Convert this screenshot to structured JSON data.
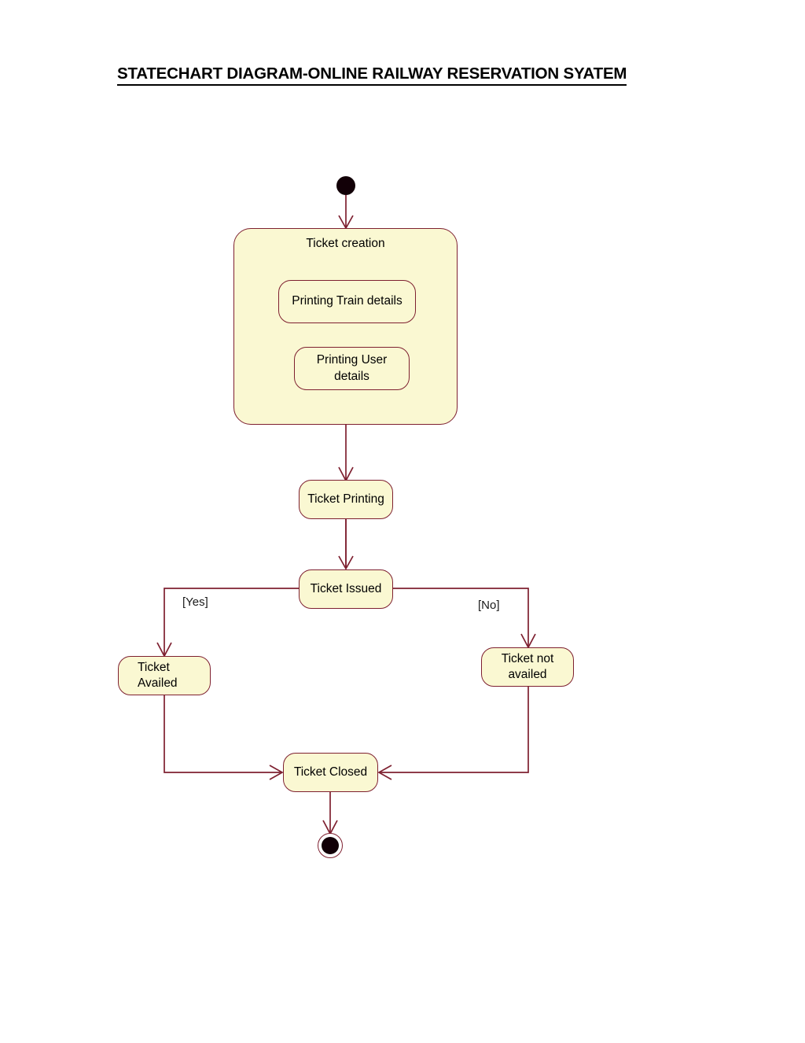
{
  "document": {
    "title": "STATECHART DIAGRAM-ONLINE RAILWAY RESERVATION SYATEM"
  },
  "diagram": {
    "type": "uml-statechart",
    "colors": {
      "state_fill": "#FAF8D2",
      "state_border": "#7E2030",
      "connector": "#7E2030",
      "node_fill": "#120007",
      "text": "#000000",
      "page_background": "#FFFFFF"
    },
    "nodes": {
      "initial": {
        "name": "initial-state",
        "label": ""
      },
      "composite": {
        "name": "ticket-creation",
        "label": "Ticket creation",
        "children": [
          {
            "name": "printing-train-details",
            "label": "Printing Train details"
          },
          {
            "name": "printing-user-details",
            "label": "Printing User details"
          }
        ]
      },
      "ticket_printing": {
        "name": "ticket-printing",
        "label": "Ticket Printing"
      },
      "ticket_issued": {
        "name": "ticket-issued",
        "label": "Ticket Issued"
      },
      "ticket_availed": {
        "name": "ticket-availed",
        "label": "Ticket Availed"
      },
      "ticket_not_availed": {
        "name": "ticket-not-availed",
        "label": "Ticket not availed"
      },
      "ticket_closed": {
        "name": "ticket-closed",
        "label": "Ticket Closed"
      },
      "final": {
        "name": "final-state",
        "label": ""
      }
    },
    "guards": {
      "yes": "[Yes]",
      "no": "[No]"
    },
    "transitions": [
      {
        "from": "initial-state",
        "to": "ticket-creation",
        "guard": ""
      },
      {
        "from": "ticket-creation",
        "to": "ticket-printing",
        "guard": ""
      },
      {
        "from": "ticket-printing",
        "to": "ticket-issued",
        "guard": ""
      },
      {
        "from": "ticket-issued",
        "to": "ticket-availed",
        "guard": "[Yes]"
      },
      {
        "from": "ticket-issued",
        "to": "ticket-not-availed",
        "guard": "[No]"
      },
      {
        "from": "ticket-availed",
        "to": "ticket-closed",
        "guard": ""
      },
      {
        "from": "ticket-not-availed",
        "to": "ticket-closed",
        "guard": ""
      },
      {
        "from": "ticket-closed",
        "to": "final-state",
        "guard": ""
      }
    ]
  }
}
